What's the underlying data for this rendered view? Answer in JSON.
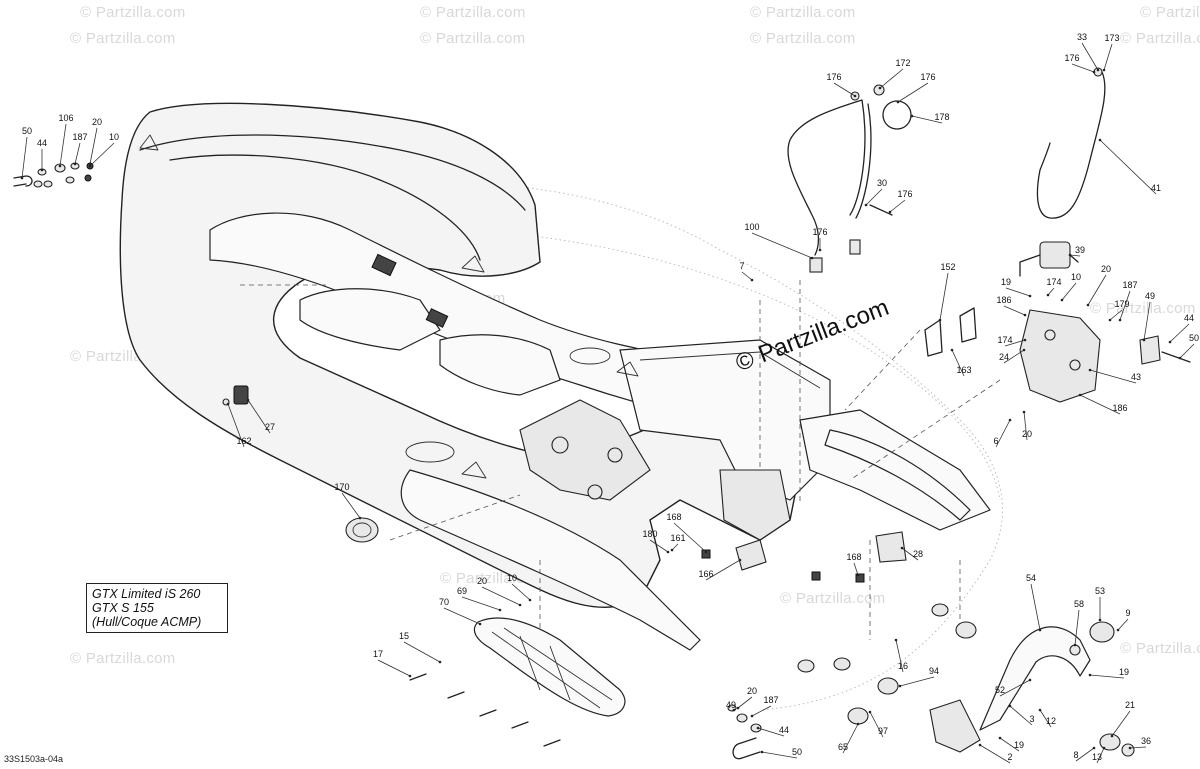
{
  "watermark": {
    "text": "© Partzilla.com",
    "brand_text": "© Partzilla.com"
  },
  "model_box": {
    "lines": [
      "GTX Limited iS 260",
      "GTX S 155",
      "(Hull/Coque ACMP)"
    ]
  },
  "diagram_ref": "33S1503a-04a",
  "callouts": [
    "50",
    "44",
    "106",
    "187",
    "20",
    "10",
    "176",
    "172",
    "176",
    "178",
    "33",
    "173",
    "176",
    "30",
    "176",
    "41",
    "100",
    "176",
    "7",
    "39",
    "152",
    "19",
    "174",
    "10",
    "20",
    "186",
    "179",
    "187",
    "49",
    "44",
    "50",
    "174",
    "24",
    "163",
    "43",
    "186",
    "6",
    "20",
    "27",
    "162",
    "170",
    "161",
    "168",
    "180",
    "166",
    "168",
    "28",
    "20",
    "10",
    "69",
    "70",
    "15",
    "17",
    "16",
    "94",
    "54",
    "53",
    "58",
    "9",
    "52",
    "19",
    "3",
    "12",
    "97",
    "20",
    "49",
    "187",
    "44",
    "50",
    "65",
    "21",
    "36",
    "8",
    "13",
    "19",
    "2"
  ]
}
